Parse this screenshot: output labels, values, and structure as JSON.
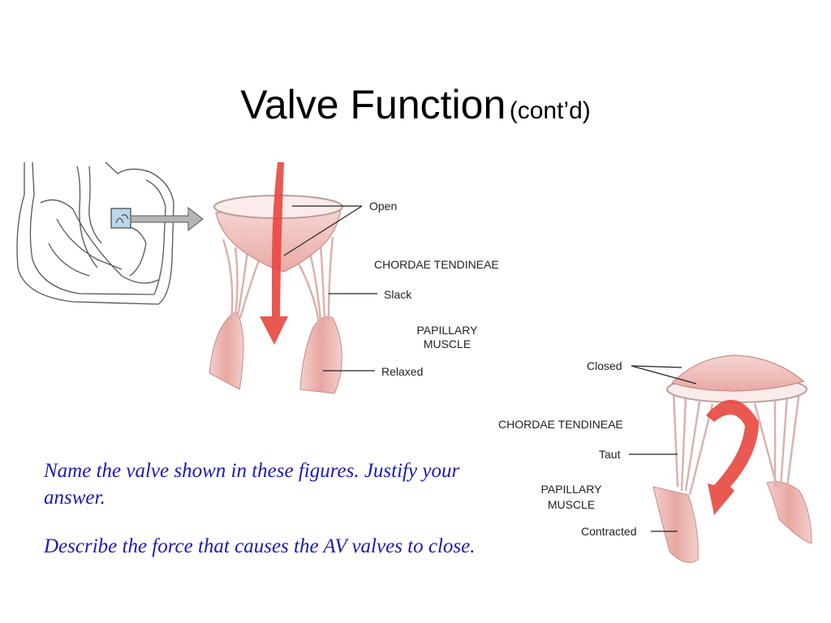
{
  "title": {
    "main": "Valve Function",
    "sub": "(cont’d)"
  },
  "open_valve": {
    "state_label": "Open",
    "chordae_label": "CHORDAE TENDINEAE",
    "chordae_state": "Slack",
    "papillary_label_line1": "PAPILLARY",
    "papillary_label_line2": "MUSCLE",
    "papillary_state": "Relaxed"
  },
  "closed_valve": {
    "state_label": "Closed",
    "chordae_label": "CHORDAE TENDINEAE",
    "chordae_state": "Taut",
    "papillary_label_line1": "PAPILLARY",
    "papillary_label_line2": "MUSCLE",
    "papillary_state": "Contracted"
  },
  "questions": [
    "Name the valve shown in these figures. Justify your answer.",
    "Describe the force that causes the AV valves to close."
  ]
}
